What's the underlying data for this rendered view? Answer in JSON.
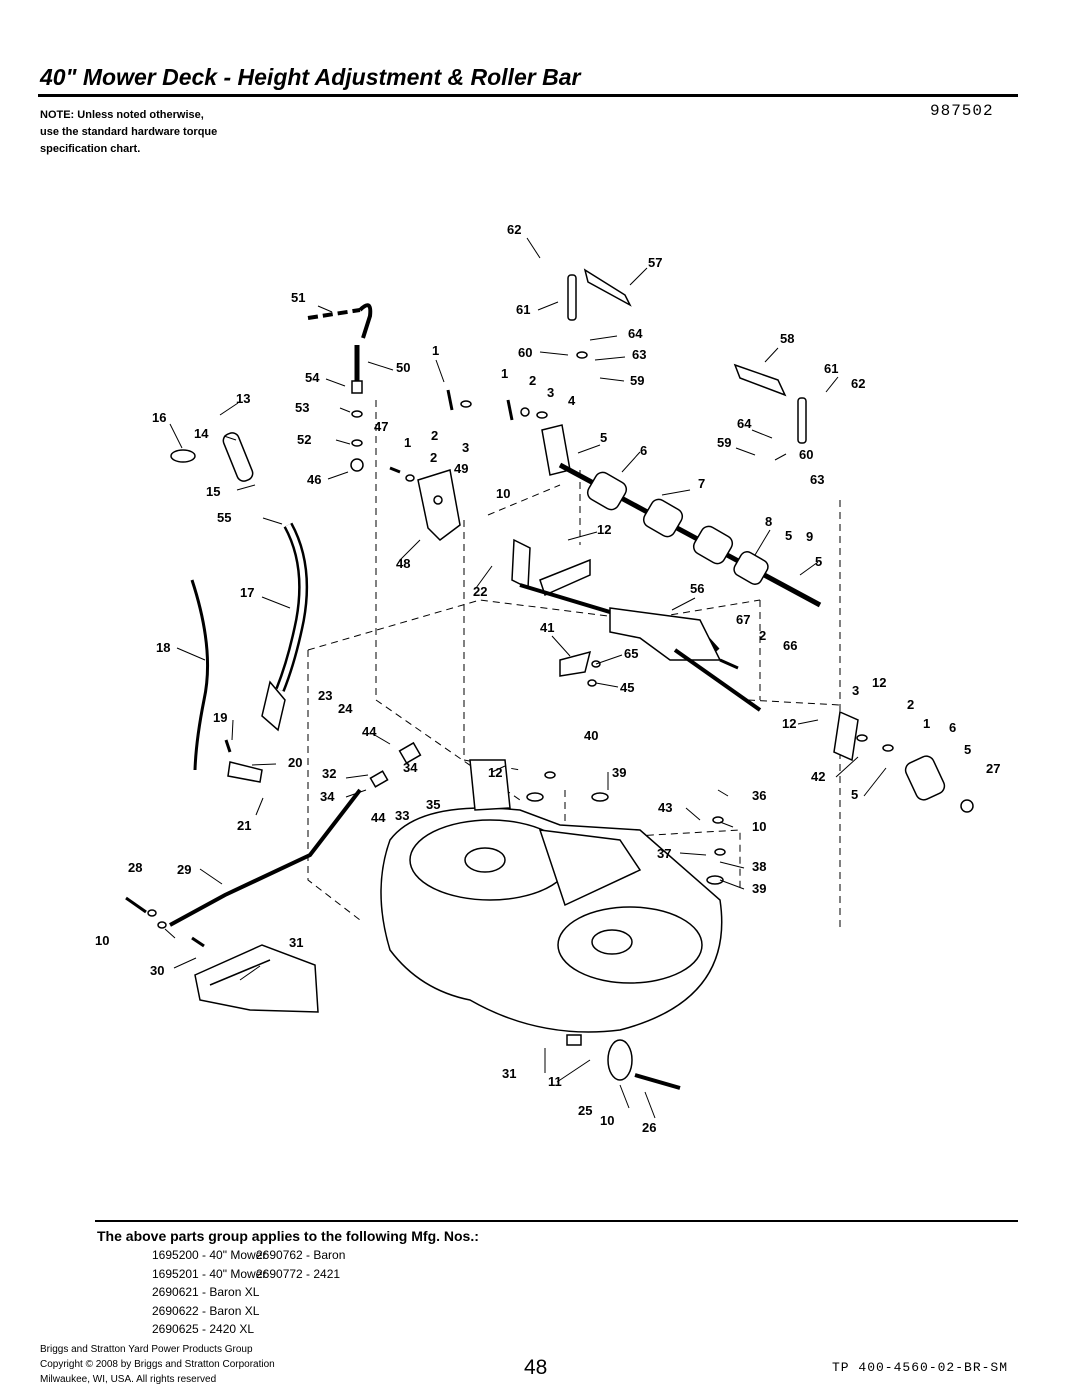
{
  "header": {
    "title": "40\" Mower Deck - Height Adjustment & Roller Bar",
    "note_lines": [
      "NOTE: Unless noted otherwise,",
      "use the standard hardware torque",
      "specification chart."
    ],
    "diagram_number": "987502"
  },
  "diagram": {
    "callouts": [
      "62",
      "57",
      "51",
      "61",
      "64",
      "58",
      "60",
      "63",
      "1",
      "50",
      "54",
      "61",
      "62",
      "1",
      "2",
      "3",
      "59",
      "13",
      "53",
      "4",
      "16",
      "14",
      "47",
      "64",
      "52",
      "2",
      "3",
      "5",
      "6",
      "59",
      "60",
      "1",
      "2",
      "49",
      "46",
      "63",
      "15",
      "10",
      "7",
      "55",
      "12",
      "8",
      "5",
      "9",
      "48",
      "5",
      "17",
      "22",
      "56",
      "18",
      "41",
      "67",
      "2",
      "66",
      "65",
      "45",
      "3",
      "12",
      "23",
      "24",
      "19",
      "44",
      "40",
      "12",
      "2",
      "1",
      "6",
      "20",
      "34",
      "12",
      "39",
      "5",
      "32",
      "42",
      "27",
      "34",
      "5",
      "36",
      "33",
      "35",
      "21",
      "44",
      "43",
      "10",
      "37",
      "38",
      "28",
      "29",
      "39",
      "10",
      "31",
      "30",
      "31",
      "11",
      "25",
      "10",
      "26"
    ],
    "line_color": "#000000"
  },
  "applicability": {
    "heading": "The above parts group applies to the following Mfg. Nos.:",
    "col1": [
      "1695200 - 40\" Mower",
      "1695201 - 40\" Mower",
      "2690621 - Baron XL",
      "2690622 - Baron XL",
      "2690625 - 2420 XL"
    ],
    "col2": [
      "2690762 - Baron",
      "2690772 - 2421"
    ]
  },
  "footer": {
    "lines": [
      "Briggs and Stratton Yard Power Products Group",
      "Copyright ©  2008 by Briggs and Stratton Corporation",
      "Milwaukee, WI, USA. All rights reserved"
    ],
    "page_number": "48",
    "doc_id": "TP 400-4560-02-BR-SM"
  }
}
